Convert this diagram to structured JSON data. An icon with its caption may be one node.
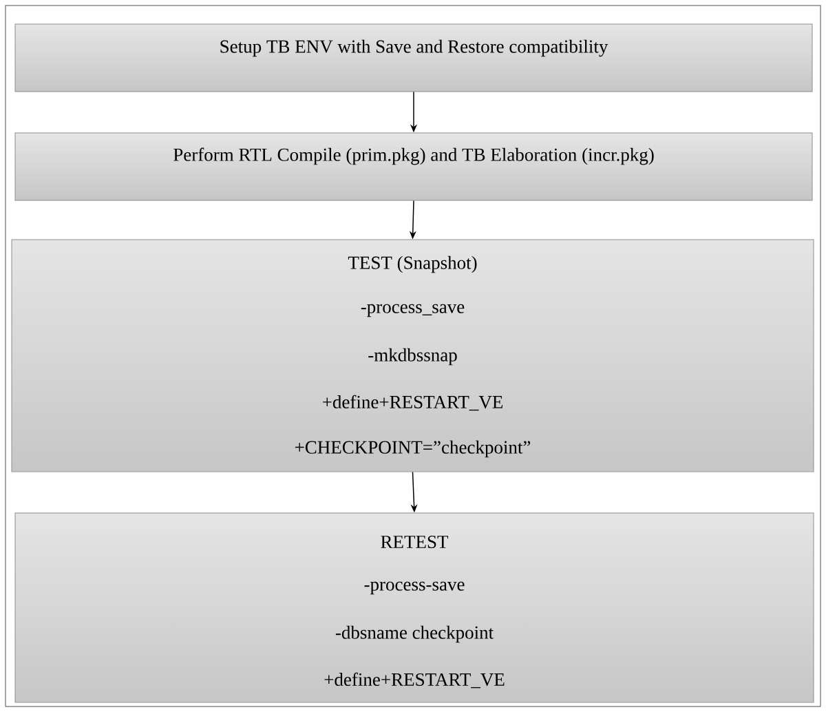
{
  "diagram": {
    "nodes": [
      {
        "text": [
          "Setup TB ENV with Save and Restore compatibility"
        ]
      },
      {
        "text": [
          "Perform RTL Compile (prim.pkg) and TB Elaboration (incr.pkg)"
        ]
      },
      {
        "text": [
          "TEST (Snapshot)",
          "-process_save",
          "-mkdbssnap",
          "+define+RESTART_VE",
          "+CHECKPOINT=”checkpoint”"
        ]
      },
      {
        "text": [
          "RETEST",
          "-process-save",
          "-dbsname checkpoint",
          "+define+RESTART_VE"
        ]
      }
    ],
    "edges": [
      {
        "from": 0,
        "to": 1,
        "arrow": "to"
      },
      {
        "from": 1,
        "to": 2,
        "arrow": "to"
      },
      {
        "from": 2,
        "to": 3,
        "arrow": "to"
      }
    ]
  }
}
